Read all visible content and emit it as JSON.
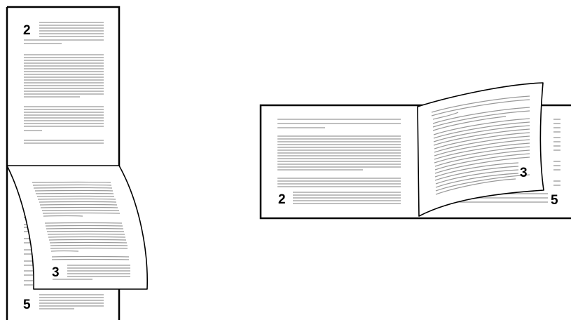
{
  "colors": {
    "background": "#ffffff",
    "page_outline": "#000000",
    "text_line": "#999999",
    "page_number": "#000000"
  },
  "vertical_fold": {
    "top_page_number": "2",
    "flap_page_number": "3",
    "bottom_page_number": "5"
  },
  "horizontal_fold": {
    "left_page_number": "2",
    "flap_page_number": "3",
    "right_page_number": "5"
  }
}
